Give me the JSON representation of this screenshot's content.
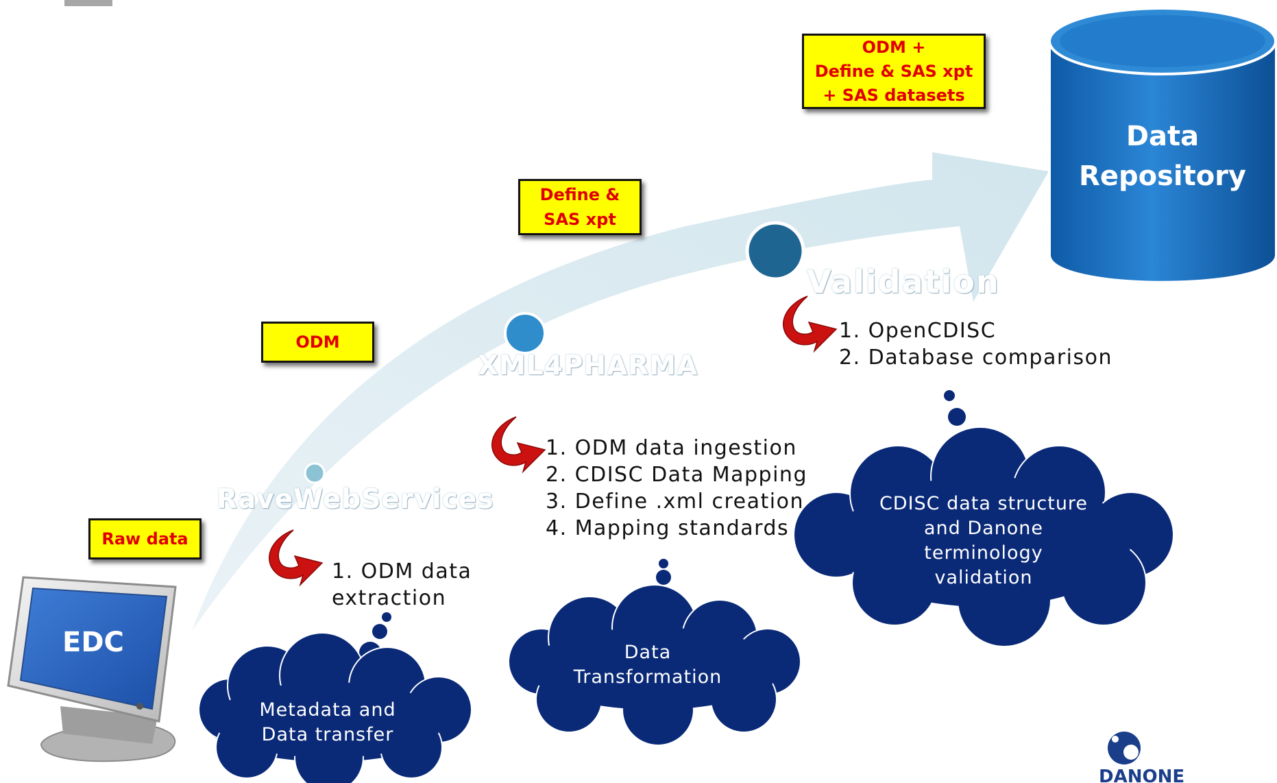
{
  "tags": {
    "raw_data": "Raw data",
    "odm": "ODM",
    "define_sas": "Define &\nSAS xpt",
    "odm_define_sas": "ODM +\nDefine & SAS xpt\n+ SAS datasets"
  },
  "stages": {
    "rave": "RaveWebServices",
    "xml4pharma": "XML4PHARMA",
    "validation": "Validation"
  },
  "steps": {
    "rave": [
      "1. ODM data",
      "extraction"
    ],
    "xml4pharma": [
      "1. ODM data ingestion",
      "2. CDISC Data Mapping",
      "3. Define .xml creation",
      "4. Mapping standards"
    ],
    "validation": [
      "1. OpenCDISC",
      "2. Database comparison"
    ]
  },
  "clouds": {
    "metadata": "Metadata and\nData transfer",
    "transformation": "Data\nTransformation",
    "cdisc": "CDISC data structure\nand Danone\nterminology\nvalidation"
  },
  "edc_label": "EDC",
  "repository": "Data\nRepository",
  "logo": "DANONE",
  "colors": {
    "arrow": "#d3e6ee",
    "cloud": "#0a2a78",
    "repository": "#1a6fc0",
    "tag_fill": "#ffff00",
    "tag_text": "#e00000",
    "curved_arrow": "#cc1111"
  }
}
